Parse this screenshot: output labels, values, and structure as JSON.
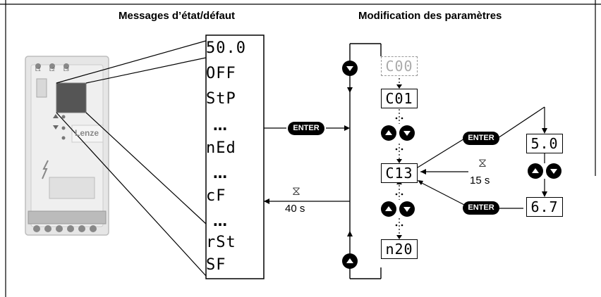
{
  "header": {
    "left_title": "Messages d’état/défaut",
    "right_title": "Modification des paramètres"
  },
  "messages": [
    "50.0",
    "OFF",
    "StP",
    "…",
    "nEd",
    "…",
    "cF",
    "…",
    "rSt",
    "SF"
  ],
  "parameter_displays": {
    "c00": "C00",
    "c01": "C01",
    "c13": "C13",
    "n20": "n20",
    "value_a": "5.0",
    "value_b": "6.7"
  },
  "enter_label": "ENTER",
  "timers": {
    "left": "40 s",
    "right": "15 s"
  },
  "device": {
    "brand": "Lenze",
    "terminals": [
      "L1",
      "L2",
      "L3"
    ]
  }
}
